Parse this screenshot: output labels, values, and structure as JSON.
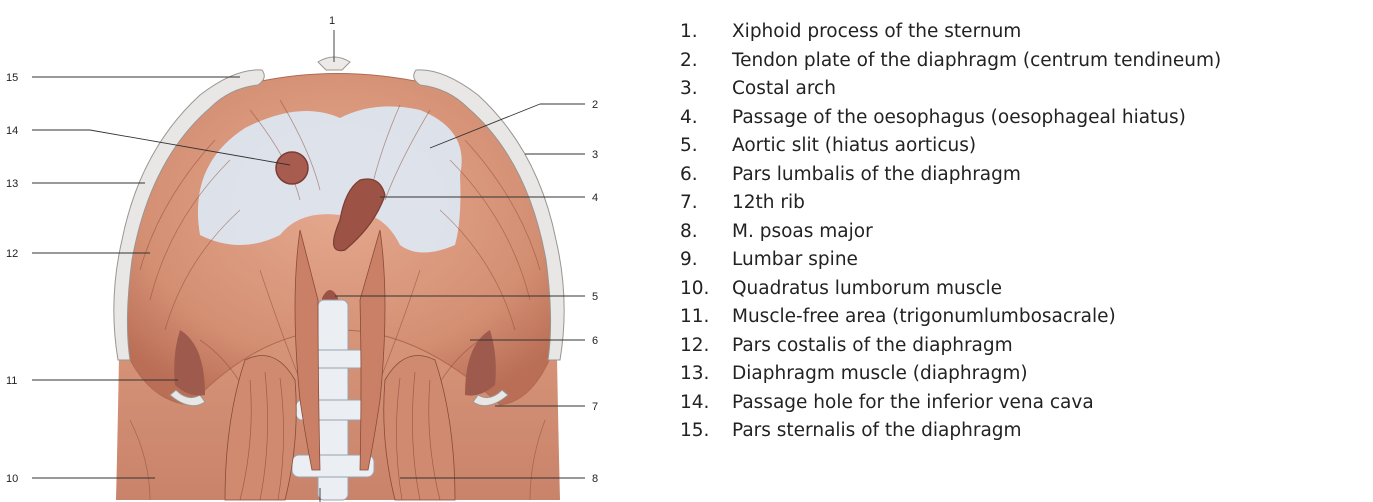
{
  "figure": {
    "callouts": [
      "1",
      "2",
      "3",
      "4",
      "5",
      "6",
      "7",
      "8",
      "10",
      "11",
      "12",
      "13",
      "14",
      "15"
    ]
  },
  "legend": {
    "items": [
      {
        "num": "1.",
        "text": "Xiphoid process of the sternum"
      },
      {
        "num": "2.",
        "text": "Tendon plate of the diaphragm (centrum tendineum)"
      },
      {
        "num": "3.",
        "text": "Costal arch"
      },
      {
        "num": "4.",
        "text": "Passage of the oesophagus (oesophageal hiatus)"
      },
      {
        "num": "5.",
        "text": "Aortic slit (hiatus aorticus)"
      },
      {
        "num": "6.",
        "text": "Pars lumbalis of the diaphragm"
      },
      {
        "num": "7.",
        "text": "12th rib"
      },
      {
        "num": "8.",
        "text": "M. psoas major"
      },
      {
        "num": "9.",
        "text": "Lumbar spine"
      },
      {
        "num": "10.",
        "text": "Quadratus lumborum muscle"
      },
      {
        "num": "11.",
        "text": "Muscle-free area (trigonumlumbosacrale)"
      },
      {
        "num": "12.",
        "text": "Pars costalis of the diaphragm"
      },
      {
        "num": "13.",
        "text": "Diaphragm muscle (diaphragm)"
      },
      {
        "num": "14.",
        "text": "Passage hole for the inferior vena cava"
      },
      {
        "num": "15.",
        "text": "Pars sternalis of the diaphragm"
      }
    ]
  },
  "colors": {
    "muscle": "#d9967a",
    "muscle_dark": "#c77c62",
    "tendon": "#dfe8f2",
    "rib": "#e8e6e4",
    "opening": "#a35a4e"
  }
}
